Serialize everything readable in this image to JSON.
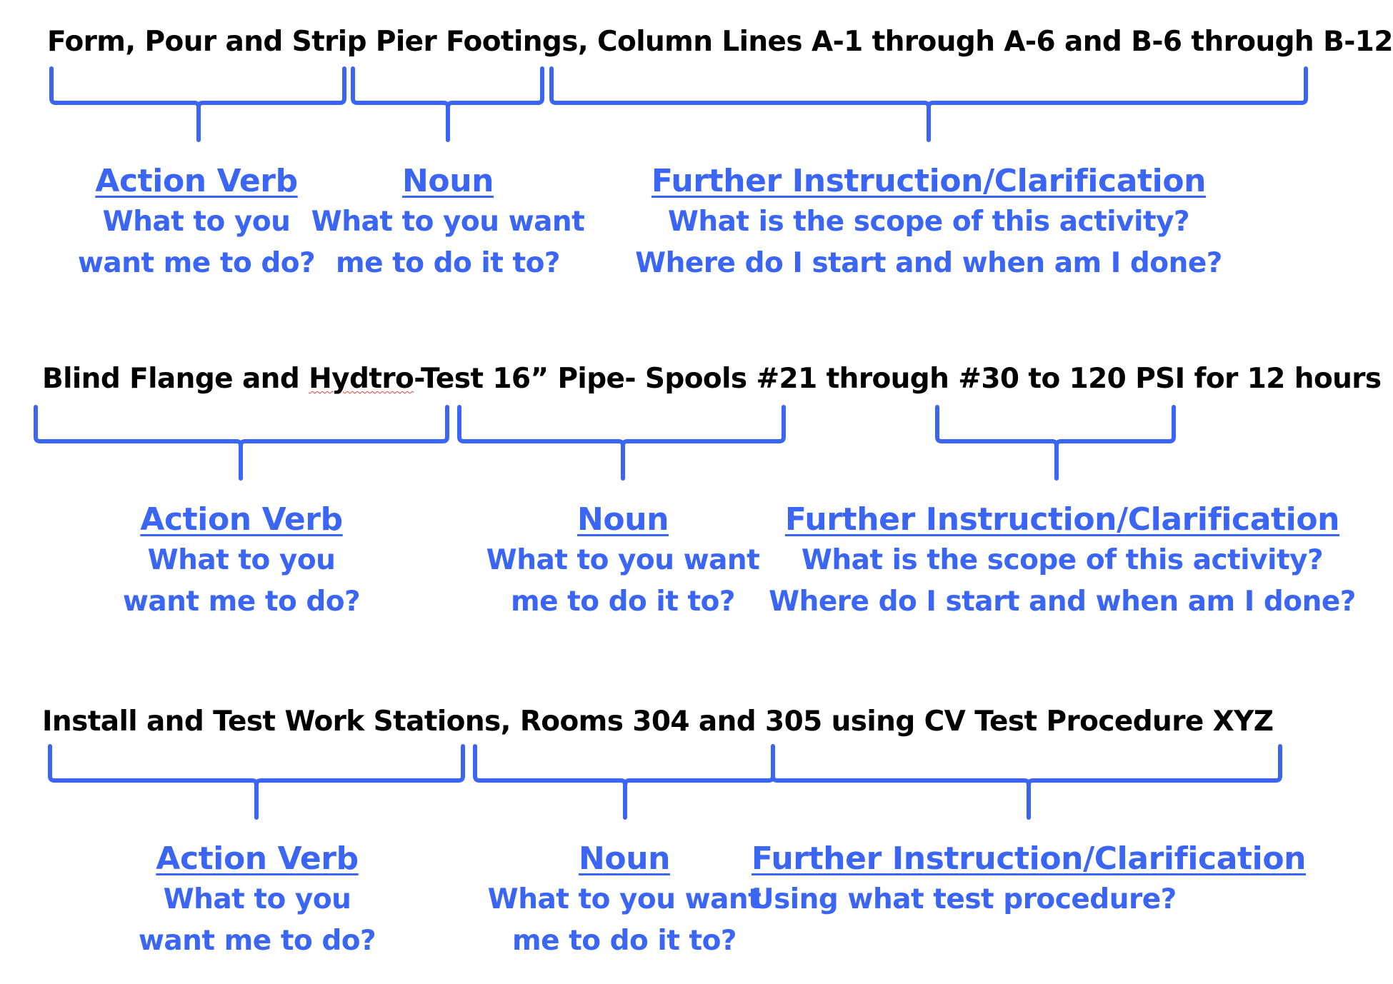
{
  "accent_color": "#3b66f5",
  "rows": [
    {
      "sentence": "Form, Pour and Strip Pier Footings, Column Lines A-1 through A-6 and B-6 through B-12",
      "labels": [
        {
          "heading": "Action Verb",
          "lines": [
            "What to you",
            "want me to do?"
          ]
        },
        {
          "heading": "Noun",
          "lines": [
            "What to you want",
            "me to do it to?"
          ]
        },
        {
          "heading": "Further Instruction/Clarification",
          "lines": [
            "What is the scope of this activity?",
            "Where do I start and when am I done?"
          ]
        }
      ]
    },
    {
      "sentence_parts": [
        "Blind Flange and ",
        "Hydtro",
        "-Test 16” Pipe- Spools #21 through #30 to 120 PSI for 12 hours"
      ],
      "labels": [
        {
          "heading": "Action Verb",
          "lines": [
            "What to you",
            "want me to do?"
          ]
        },
        {
          "heading": "Noun",
          "lines": [
            "What to you want",
            "me to do it to?"
          ]
        },
        {
          "heading": "Further Instruction/Clarification",
          "lines": [
            "What is the scope of this activity?",
            "Where do I start and when am I done?"
          ]
        }
      ]
    },
    {
      "sentence": "Install and Test Work Stations, Rooms 304 and 305 using CV Test Procedure XYZ",
      "labels": [
        {
          "heading": "Action Verb",
          "lines": [
            "What to you",
            "want me to do?"
          ]
        },
        {
          "heading": "Noun",
          "lines": [
            "What to you want",
            "me to do it to?"
          ]
        },
        {
          "heading": "Further Instruction/Clarification",
          "lines": [
            "Using what test procedure?"
          ]
        }
      ]
    }
  ]
}
